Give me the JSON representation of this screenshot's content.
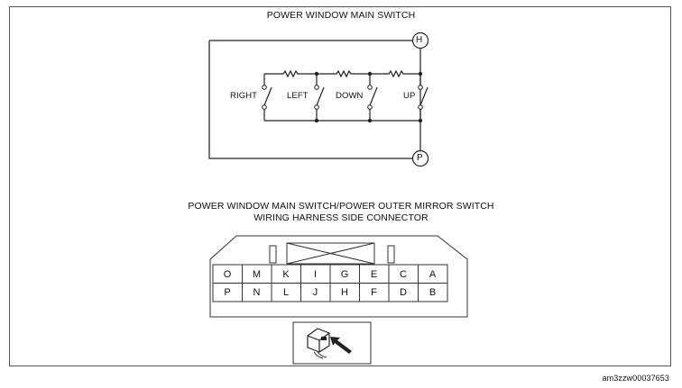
{
  "diagram": {
    "title": "POWER WINDOW MAIN SWITCH",
    "terminals": [
      "H",
      "P"
    ],
    "switches": [
      "RIGHT",
      "LEFT",
      "DOWN",
      "UP"
    ]
  },
  "connector": {
    "title_line1": "POWER WINDOW MAIN SWITCH/POWER OUTER MIRROR SWITCH",
    "title_line2": "WIRING HARNESS SIDE CONNECTOR",
    "top_row": [
      "O",
      "M",
      "K",
      "I",
      "G",
      "E",
      "C",
      "A"
    ],
    "bottom_row": [
      "P",
      "N",
      "L",
      "J",
      "H",
      "F",
      "D",
      "B"
    ],
    "view_icon": "connector-view-arrow-icon"
  },
  "image_id": "am3zzw00037653"
}
